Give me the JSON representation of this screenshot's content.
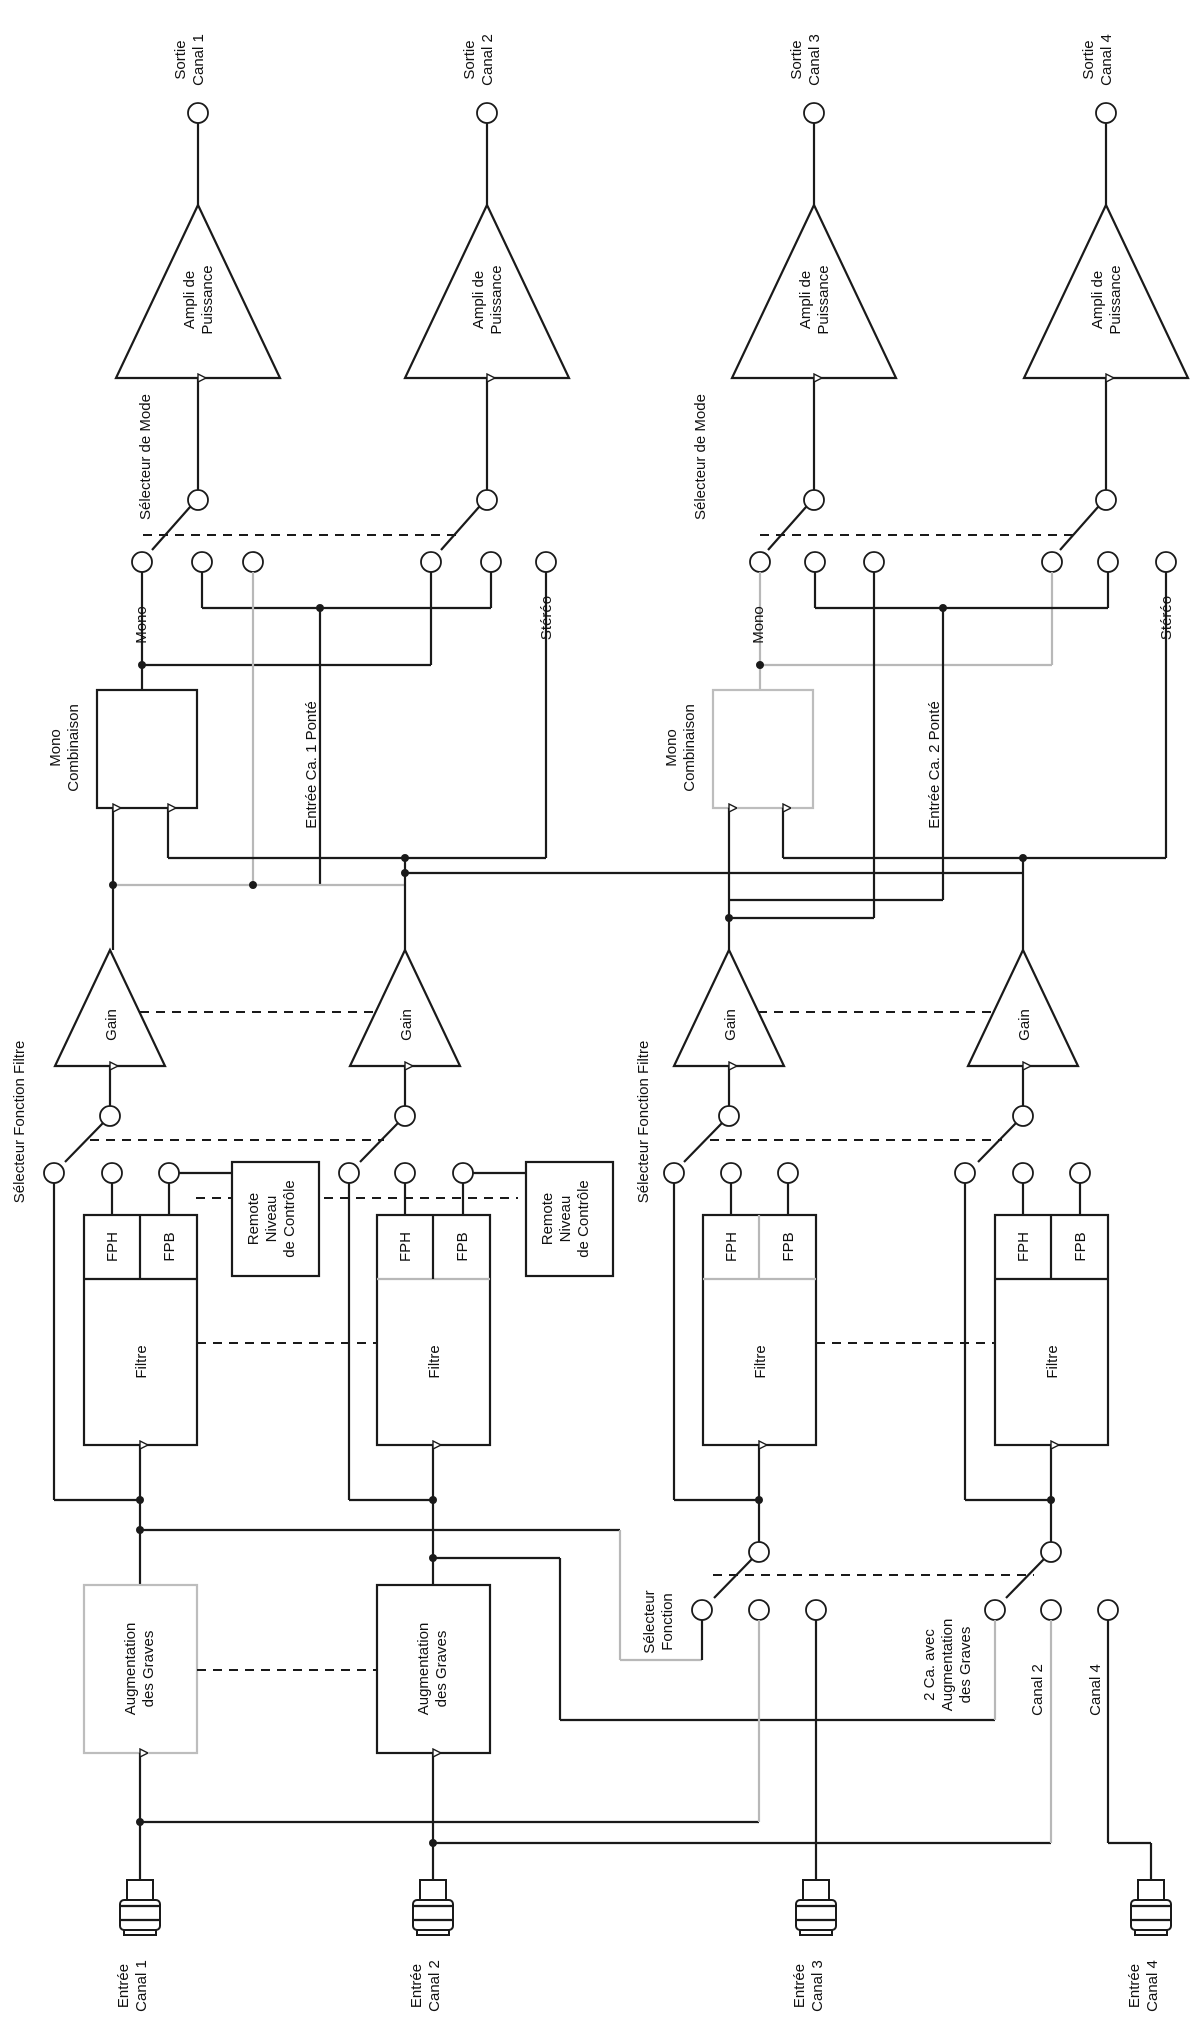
{
  "labels": {
    "inputs": [
      {
        "line1": "Entrée",
        "line2": "Canal 1"
      },
      {
        "line1": "Entrée",
        "line2": "Canal 2"
      },
      {
        "line1": "Entrée",
        "line2": "Canal 3"
      },
      {
        "line1": "Entrée",
        "line2": "Canal 4"
      }
    ],
    "outputs": [
      {
        "line1": "Sortie",
        "line2": "Canal 1"
      },
      {
        "line1": "Sortie",
        "line2": "Canal 2"
      },
      {
        "line1": "Sortie",
        "line2": "Canal 3"
      },
      {
        "line1": "Sortie",
        "line2": "Canal 4"
      }
    ],
    "bass_boost": {
      "line1": "Augmentation",
      "line2": "des Graves"
    },
    "filter": "Filtre",
    "hpf": "FPH",
    "lpf": "FPB",
    "remote": {
      "line1": "Remote",
      "line2": "Niveau",
      "line3": "de Contrôle"
    },
    "filter_function_selector": "Sélecteur Fonction Filtre",
    "gain": "Gain",
    "mono_combination": {
      "line1": "Mono",
      "line2": "Combinaison"
    },
    "bridged_ch1": "Entrée Ca. 1 Ponté",
    "bridged_ch2": "Entrée Ca. 2 Ponté",
    "mode_selector": "Sélecteur de Mode",
    "mono": "Mono",
    "stereo": "Stéréo",
    "power_amp": {
      "line1": "Ampli de",
      "line2": "Puissance"
    },
    "function_selector": {
      "line1": "Sélecteur",
      "line2": "Fonction"
    },
    "two_ch_bass": {
      "line1": "2 Ca. avec",
      "line2": "Augmentation",
      "line3": "des Graves"
    },
    "canal2": "Canal 2",
    "canal4": "Canal 4"
  },
  "colors": {
    "line": "#1a1a1a",
    "grey_line": "#b8b8b8",
    "background": "#ffffff"
  }
}
